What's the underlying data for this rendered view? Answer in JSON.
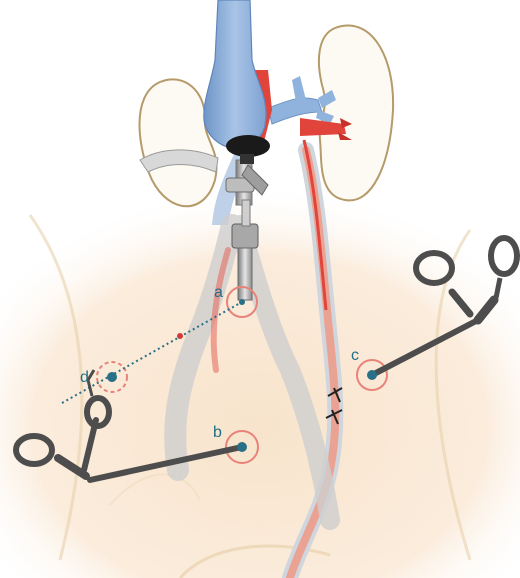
{
  "ports": [
    {
      "id": "a",
      "label": "a"
    },
    {
      "id": "b",
      "label": "b"
    },
    {
      "id": "c",
      "label": "c"
    },
    {
      "id": "d",
      "label": "d"
    }
  ],
  "colors": {
    "skin": "#f8e4cc",
    "vein": "#8fb3dc",
    "artery": "#e0443a",
    "ureter": "#eaa393",
    "port_ring": "#e8837a",
    "port_dot": "#2a6f88",
    "instrument": "#4d4d4d",
    "outline": "#c9b48a"
  },
  "icons": [
    "laparoscope-icon",
    "grasper-icon",
    "scissors-icon"
  ]
}
